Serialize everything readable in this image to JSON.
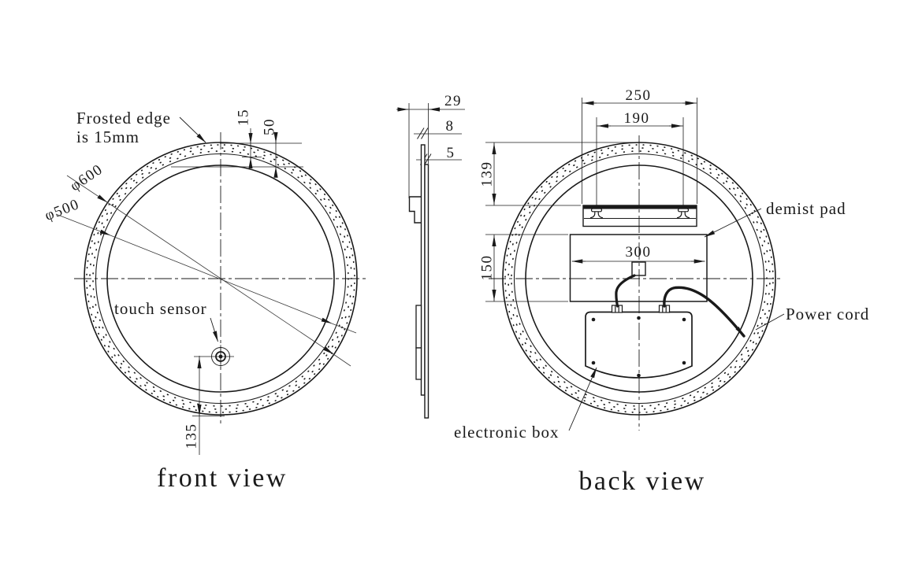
{
  "colors": {
    "line_color": "#1a1a1a",
    "background": "#ffffff"
  },
  "front_view": {
    "title": "front view",
    "labels": {
      "frosted_edge_line1": "Frosted edge",
      "frosted_edge_line2": "is 15mm",
      "outer_diameter": "φ600",
      "inner_diameter": "φ500",
      "touch_sensor": "touch sensor"
    },
    "dimensions": {
      "frosted_width": "15",
      "edge_to_mirror": "50",
      "sensor_offset_bottom": "135"
    }
  },
  "side_view": {
    "dimensions": {
      "overall_depth": "29",
      "frame_thickness": "8",
      "glass_thickness": "5"
    }
  },
  "back_view": {
    "title": "back view",
    "labels": {
      "demist_pad": "demist pad",
      "power_cord": "Power cord",
      "electronic_box": "electronic box"
    },
    "dimensions": {
      "bracket_width": "250",
      "hanger_spacing": "190",
      "top_to_bracket": "139",
      "pad_height": "150",
      "pad_width": "300"
    }
  }
}
